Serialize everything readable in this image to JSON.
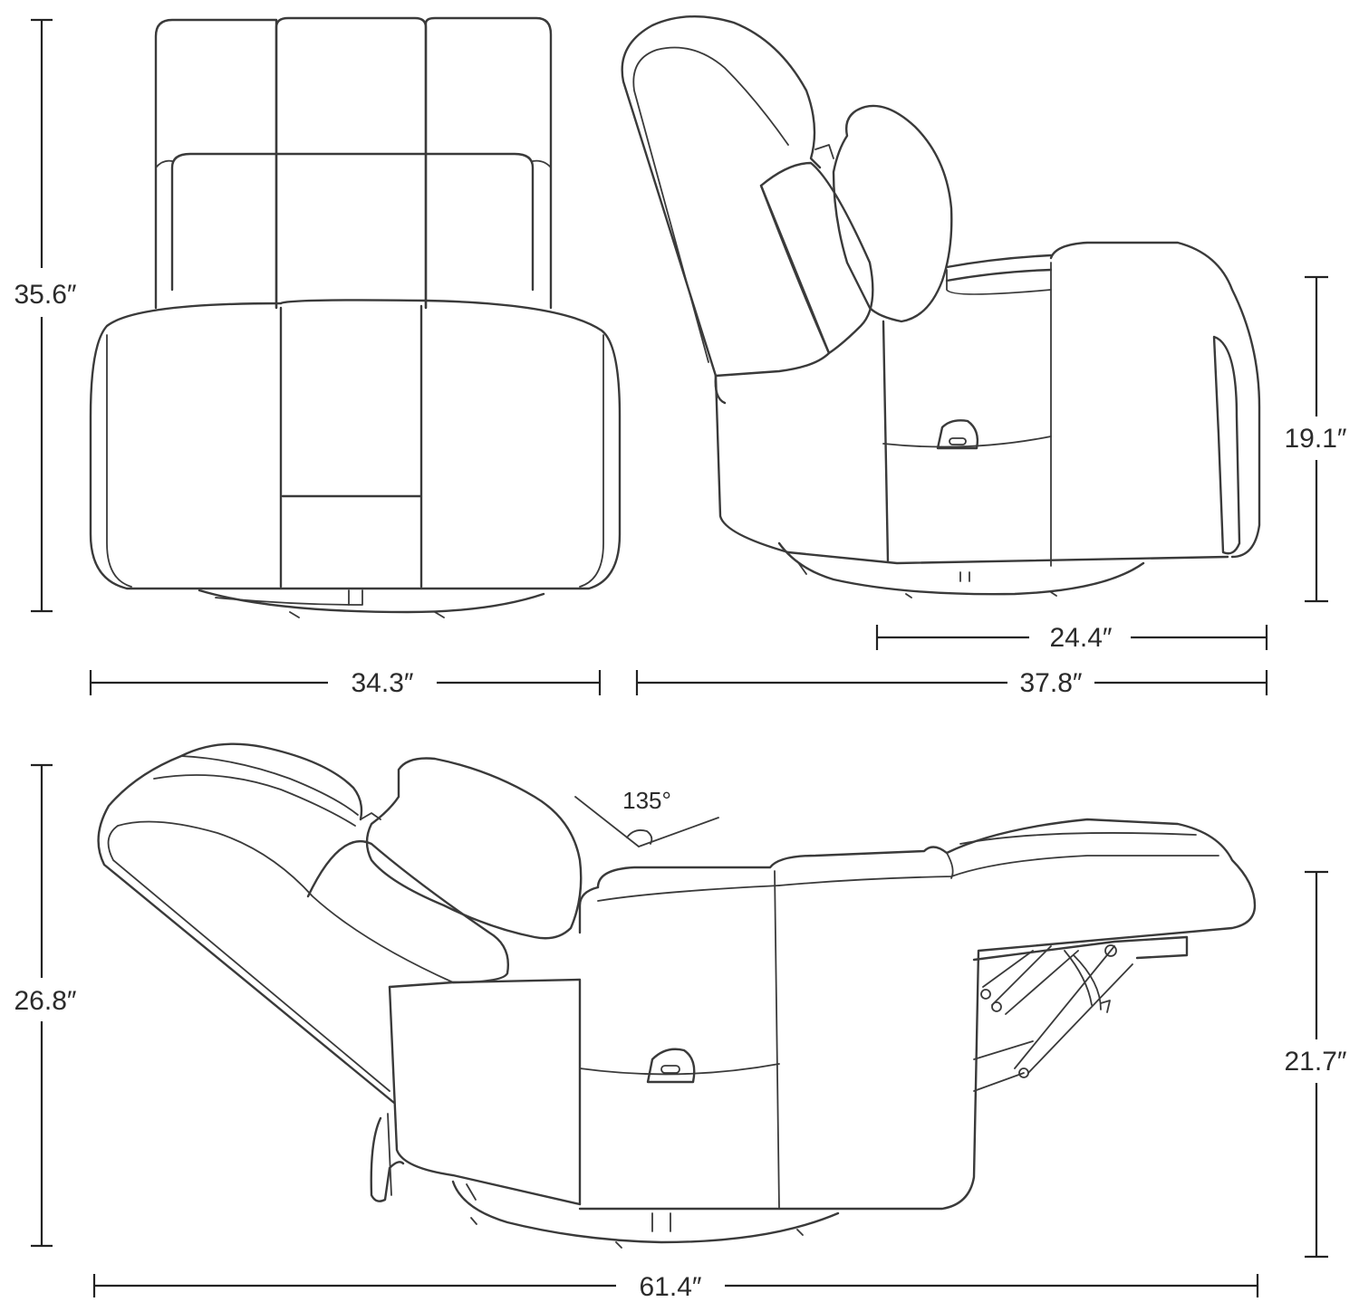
{
  "front_view": {
    "height_label": "35.6″",
    "width_label": "34.3″"
  },
  "side_view": {
    "seat_height_label": "19.1″",
    "seat_depth_label": "24.4″",
    "depth_label": "37.8″"
  },
  "reclined_view": {
    "height_label": "26.8″",
    "footrest_height_label": "21.7″",
    "length_label": "61.4″",
    "angle_label": "135°"
  },
  "colors": {
    "line": "#3a3a3a",
    "background": "#ffffff"
  }
}
